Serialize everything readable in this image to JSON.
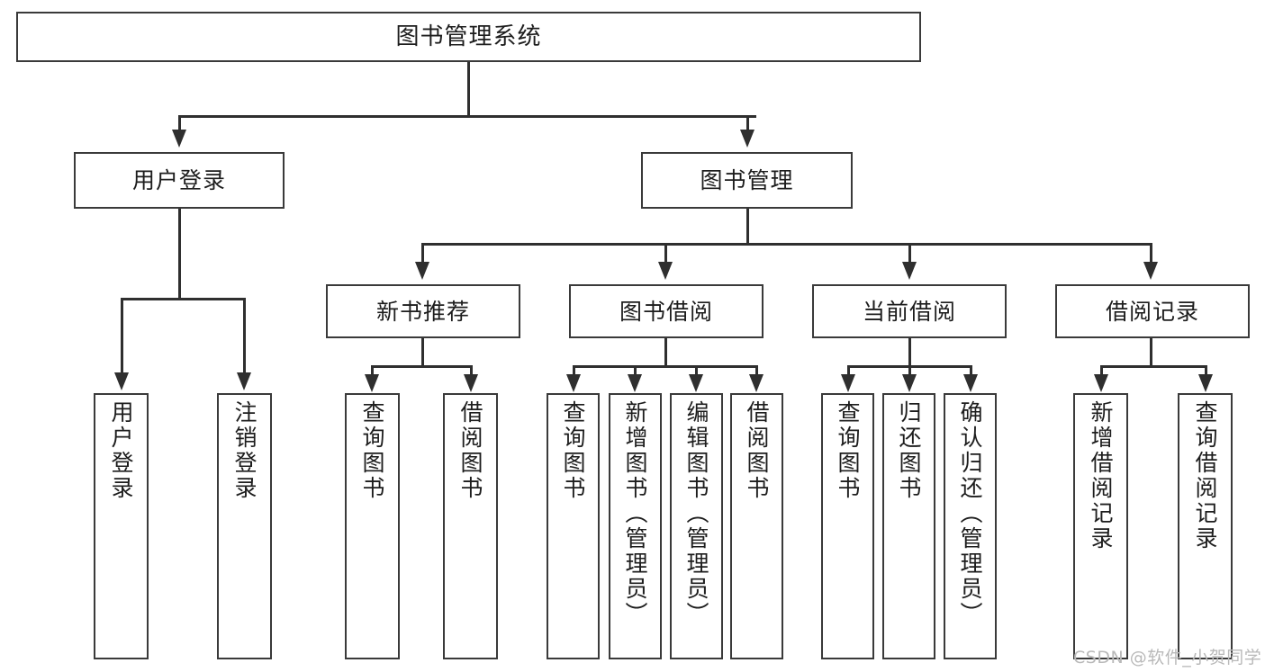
{
  "diagram": {
    "type": "tree",
    "title": "图书管理系统",
    "root": {
      "id": "root",
      "label": "图书管理系统"
    },
    "level2": [
      {
        "id": "user-login",
        "label": "用户登录"
      },
      {
        "id": "book-manage",
        "label": "图书管理"
      }
    ],
    "level3": [
      {
        "id": "new-book-rec",
        "label": "新书推荐"
      },
      {
        "id": "book-borrow",
        "label": "图书借阅"
      },
      {
        "id": "current-borrow",
        "label": "当前借阅"
      },
      {
        "id": "borrow-record",
        "label": "借阅记录"
      }
    ],
    "leaves": [
      {
        "id": "leaf-user-login",
        "label": "用户登录",
        "parent": "user-login"
      },
      {
        "id": "leaf-user-logout",
        "label": "注销登录",
        "parent": "user-login"
      },
      {
        "id": "leaf-query-book-1",
        "label": "查询图书",
        "parent": "new-book-rec"
      },
      {
        "id": "leaf-borrow-book-1",
        "label": "借阅图书",
        "parent": "new-book-rec"
      },
      {
        "id": "leaf-query-book-2",
        "label": "查询图书",
        "parent": "book-borrow"
      },
      {
        "id": "leaf-add-book",
        "label": "新增图书（管理员）",
        "parent": "book-borrow"
      },
      {
        "id": "leaf-edit-book",
        "label": "编辑图书（管理员）",
        "parent": "book-borrow"
      },
      {
        "id": "leaf-borrow-book-2",
        "label": "借阅图书",
        "parent": "book-borrow"
      },
      {
        "id": "leaf-query-book-3",
        "label": "查询图书",
        "parent": "current-borrow"
      },
      {
        "id": "leaf-return-book",
        "label": "归还图书",
        "parent": "current-borrow"
      },
      {
        "id": "leaf-confirm-return",
        "label": "确认归还（管理员）",
        "parent": "current-borrow"
      },
      {
        "id": "leaf-add-record",
        "label": "新增借阅记录",
        "parent": "borrow-record"
      },
      {
        "id": "leaf-query-record",
        "label": "查询借阅记录",
        "parent": "borrow-record"
      }
    ],
    "colors": {
      "box_border": "#3a3a3a",
      "connector": "#2f2f2f",
      "background": "#ffffff",
      "text": "#1d1d1d",
      "watermark": "#b9b9b9"
    }
  },
  "watermark": {
    "text": "CSDN @软件_小贺同学"
  }
}
